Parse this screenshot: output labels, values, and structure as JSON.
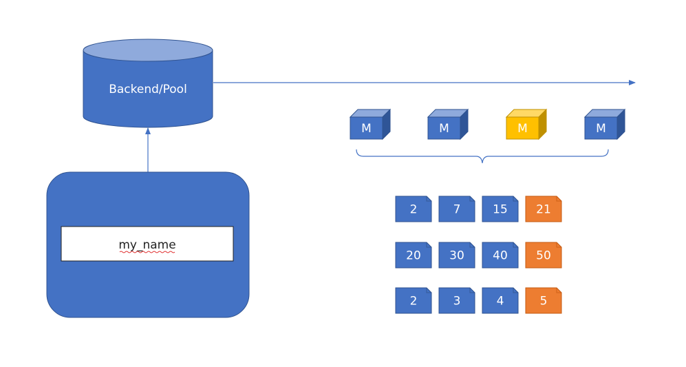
{
  "colors": {
    "blue_fill": "#4472c4",
    "blue_stroke": "#2f528f",
    "blue_top": "#8faadc",
    "blue_dark": "#2f5597",
    "yellow_fill": "#ffc000",
    "yellow_top": "#ffd966",
    "yellow_dark": "#bf9000",
    "orange_fill": "#ed7d31",
    "orange_stroke": "#c55a11",
    "line": "#4472c4",
    "white": "#ffffff"
  },
  "database": {
    "label": "Backend/Pool",
    "icon": "database-cylinder-icon"
  },
  "container": {
    "field_text": "my_name"
  },
  "cubes": [
    {
      "label": "M",
      "color": "blue"
    },
    {
      "label": "M",
      "color": "blue"
    },
    {
      "label": "M",
      "color": "yellow"
    },
    {
      "label": "M",
      "color": "blue"
    }
  ],
  "grid": [
    [
      {
        "label": "2",
        "color": "blue"
      },
      {
        "label": "7",
        "color": "blue"
      },
      {
        "label": "15",
        "color": "blue"
      },
      {
        "label": "21",
        "color": "orange"
      }
    ],
    [
      {
        "label": "20",
        "color": "blue"
      },
      {
        "label": "30",
        "color": "blue"
      },
      {
        "label": "40",
        "color": "blue"
      },
      {
        "label": "50",
        "color": "orange"
      }
    ],
    [
      {
        "label": "2",
        "color": "blue"
      },
      {
        "label": "3",
        "color": "blue"
      },
      {
        "label": "4",
        "color": "blue"
      },
      {
        "label": "5",
        "color": "orange"
      }
    ]
  ]
}
